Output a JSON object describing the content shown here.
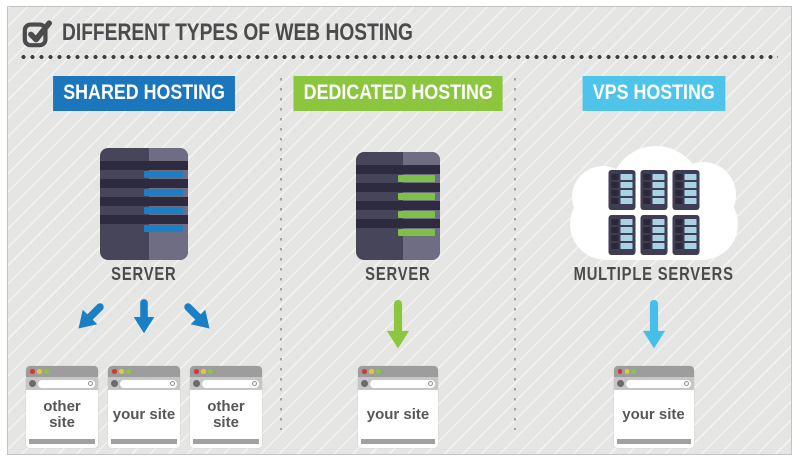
{
  "header": {
    "title": "DIFFERENT TYPES OF WEB HOSTING",
    "icon": "checkbox-check-icon"
  },
  "colors": {
    "blue": "#1b76bc",
    "green": "#8cc63f",
    "cyan": "#4ec4ea",
    "arrow_blue": "#1b7fc6",
    "arrow_green": "#8cc63f",
    "arrow_cyan": "#45bfe8",
    "dark_text": "#4b4b4d",
    "background": "#e5e5e3",
    "server_body": "#474559",
    "server_stripe": "#2d2b3d"
  },
  "columns": [
    {
      "badge": "SHARED HOSTING",
      "badge_color": "#1b76bc",
      "server_label": "SERVER",
      "server_type": "single-server-blue-bars",
      "arrow_count": 3,
      "sites": [
        {
          "label": "other site"
        },
        {
          "label": "your site"
        },
        {
          "label": "other site"
        }
      ]
    },
    {
      "badge": "DEDICATED HOSTING",
      "badge_color": "#8cc63f",
      "server_label": "SERVER",
      "server_type": "single-server-green-bars",
      "arrow_count": 1,
      "sites": [
        {
          "label": "your site"
        }
      ]
    },
    {
      "badge": "VPS HOSTING",
      "badge_color": "#4ec4ea",
      "server_label": "MULTIPLE  SERVERS",
      "server_type": "cloud-with-six-servers",
      "arrow_count": 1,
      "sites": [
        {
          "label": "your site"
        }
      ]
    }
  ]
}
